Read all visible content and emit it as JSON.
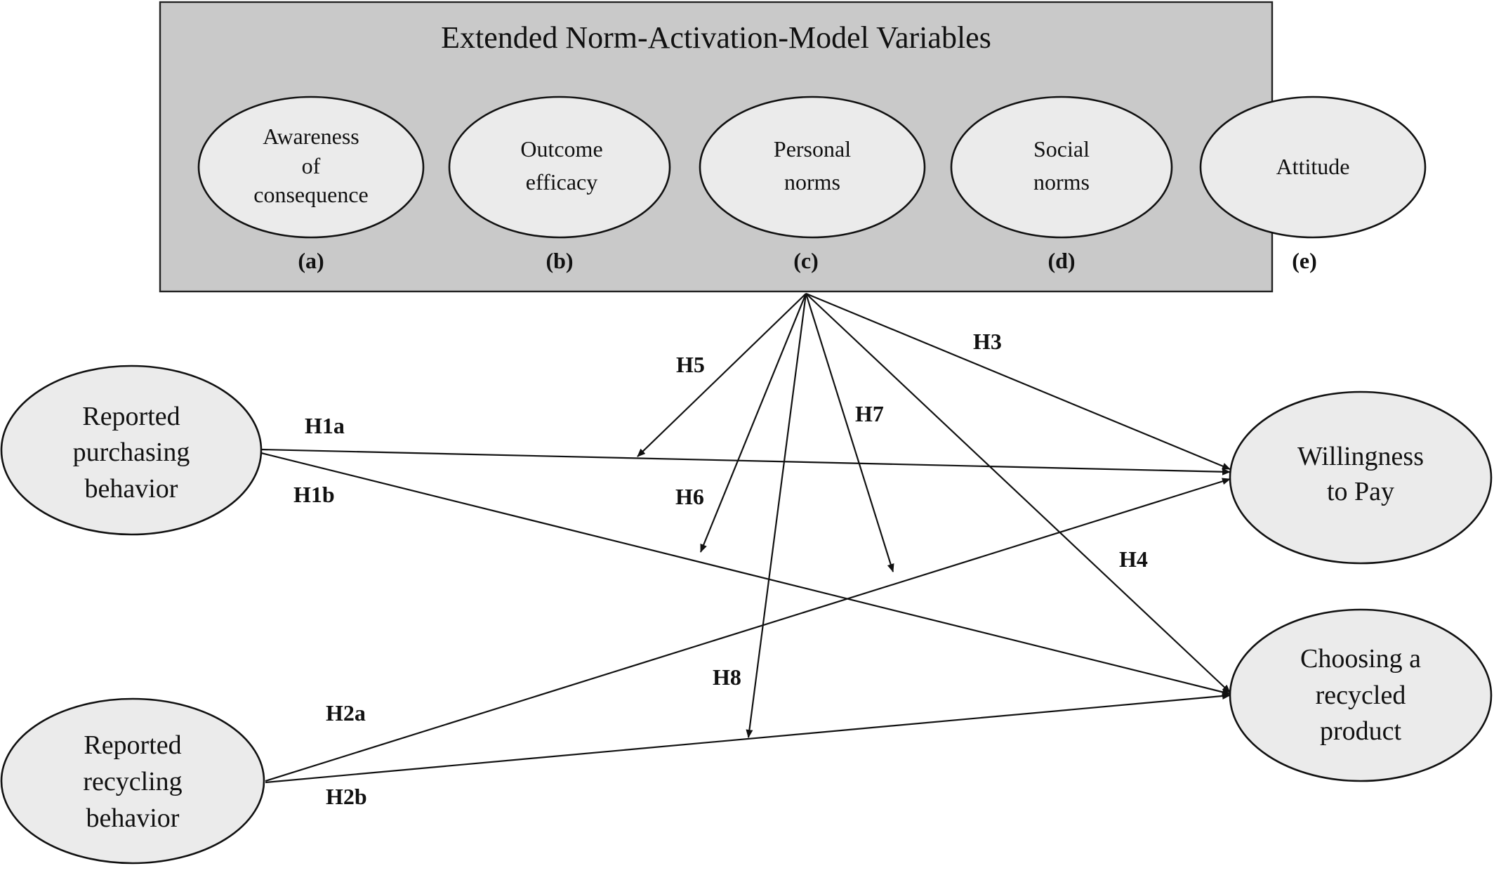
{
  "diagram": {
    "panel_title": "Extended Norm-Activation-Model Variables",
    "nam_variables": [
      {
        "lines": [
          "Awareness",
          "of",
          "consequence"
        ],
        "label": "(a)"
      },
      {
        "lines": [
          "Outcome",
          "efficacy"
        ],
        "label": "(b)"
      },
      {
        "lines": [
          "Personal",
          "norms"
        ],
        "label": "(c)"
      },
      {
        "lines": [
          "Social",
          "norms"
        ],
        "label": "(d)"
      },
      {
        "lines": [
          "Attitude"
        ],
        "label": "(e)"
      }
    ],
    "nodes": {
      "purchasing": [
        "Reported",
        "purchasing",
        "behavior"
      ],
      "recycling": [
        "Reported",
        "recycling",
        "behavior"
      ],
      "wtp": [
        "Willingness",
        "to Pay"
      ],
      "choice": [
        "Choosing a",
        "recycled",
        "product"
      ]
    },
    "hypotheses": {
      "h1a": "H1a",
      "h1b": "H1b",
      "h2a": "H2a",
      "h2b": "H2b",
      "h3": "H3",
      "h4": "H4",
      "h5": "H5",
      "h6": "H6",
      "h7": "H7",
      "h8": "H8"
    }
  }
}
